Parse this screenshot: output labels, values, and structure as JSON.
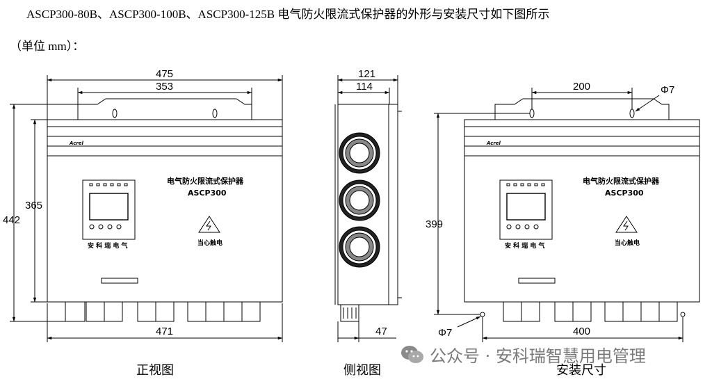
{
  "heading": "ASCP300-80B、ASCP300-100B、ASCP300-125B 电气防火限流式保护器的外形与安装尺寸如下图所示",
  "unit_note": "（单位 mm）：",
  "device": {
    "panel_title": "电气防火限流式保护器",
    "model": "ASCP300",
    "brand_label": "安 科 瑞 电 气",
    "warning_label": "当心触电",
    "logo_text": "Acrel"
  },
  "front_view": {
    "caption": "正视图",
    "dims": {
      "top_width": "475",
      "bracket_width": "353",
      "total_height": "442",
      "body_height": "365",
      "bottom_width": "471"
    }
  },
  "side_view": {
    "caption": "侧视图",
    "dims": {
      "total_depth": "121",
      "body_depth": "114",
      "bottom_depth": "47"
    }
  },
  "install_view": {
    "caption": "安装尺寸",
    "dims": {
      "hole_spacing": "200",
      "hole_diameter_top": "Φ7",
      "height": "399",
      "hole_diameter_bottom": "Φ7",
      "bottom_spacing": "400"
    }
  },
  "watermark": {
    "text": "公众号 · 安科瑞智慧用电管理",
    "icon": "wechat-icon"
  }
}
